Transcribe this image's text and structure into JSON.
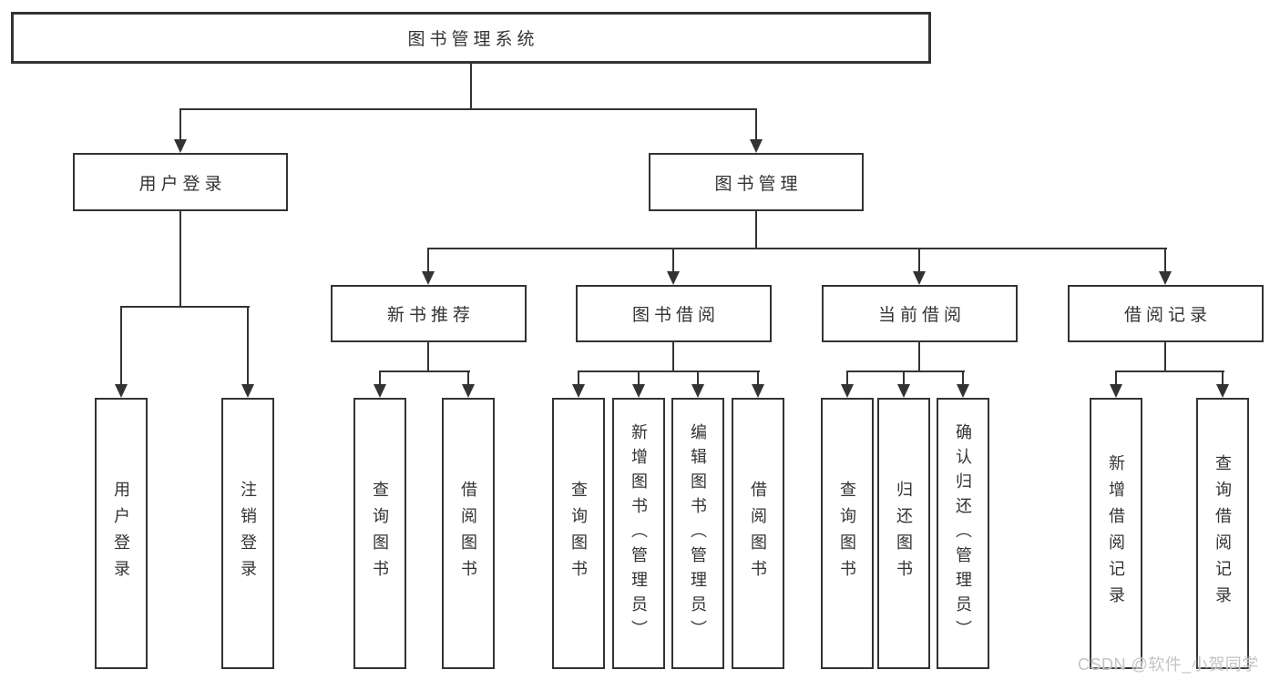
{
  "tree": {
    "root": "图书管理系统",
    "branches": [
      {
        "label": "用户登录",
        "children": [
          "用户登录",
          "注销登录"
        ]
      },
      {
        "label": "图书管理",
        "children": [
          {
            "label": "新书推荐",
            "children": [
              "查询图书",
              "借阅图书"
            ]
          },
          {
            "label": "图书借阅",
            "children": [
              "查询图书",
              "新增图书（管理员）",
              "编辑图书（管理员）",
              "借阅图书"
            ]
          },
          {
            "label": "当前借阅",
            "children": [
              "查询图书",
              "归还图书",
              "确认归还（管理员）"
            ]
          },
          {
            "label": "借阅记录",
            "children": [
              "新增借阅记录",
              "查询借阅记录"
            ]
          }
        ]
      }
    ]
  },
  "watermark": {
    "text": "CSDN @软件_小贺同学"
  },
  "colors": {
    "line": "#333333",
    "box_fill": "#ffffff",
    "text": "#333333",
    "watermark": "#c4c4c4",
    "background": "#ffffff"
  }
}
